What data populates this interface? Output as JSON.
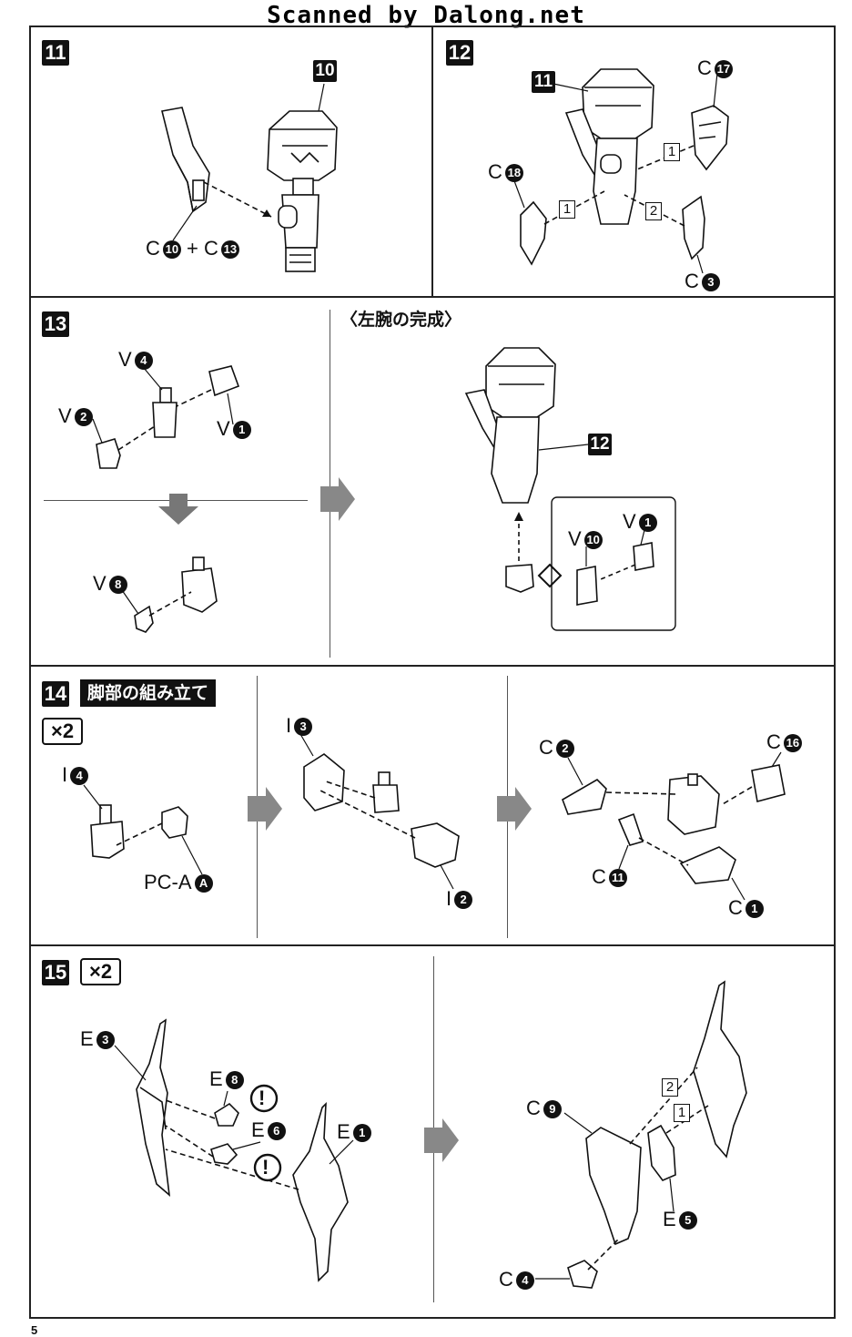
{
  "header": {
    "scan_credit": "Scanned by Dalong.net"
  },
  "page": {
    "number": "5"
  },
  "steps": {
    "s11": {
      "number": "11",
      "ref_label": "10",
      "parts": {
        "a_letter": "C",
        "a_num": "10",
        "plus": "+",
        "b_letter": "C",
        "b_num": "13"
      }
    },
    "s12": {
      "number": "12",
      "ref_label": "11",
      "parts": {
        "c17_letter": "C",
        "c17_num": "17",
        "c18_letter": "C",
        "c18_num": "18",
        "c3_letter": "C",
        "c3_num": "3"
      },
      "orders": [
        "1",
        "1",
        "2"
      ]
    },
    "s13": {
      "number": "13",
      "subtitle": "〈左腕の完成〉",
      "ref_label": "12",
      "parts": {
        "v4_letter": "V",
        "v4_num": "4",
        "v2_letter": "V",
        "v2_num": "2",
        "v1_letter": "V",
        "v1_num": "1",
        "v8_letter": "V",
        "v8_num": "8",
        "v10_letter": "V",
        "v10_num": "10",
        "v1b_letter": "V",
        "v1b_num": "1"
      }
    },
    "s14": {
      "number": "14",
      "title": "脚部の組み立て",
      "multiplier": "×2",
      "parts": {
        "i4_letter": "I",
        "i4_num": "4",
        "pca_letter": "PC-A",
        "pca_num": "A",
        "i3_letter": "I",
        "i3_num": "3",
        "i2_letter": "I",
        "i2_num": "2",
        "c2_letter": "C",
        "c2_num": "2",
        "c16_letter": "C",
        "c16_num": "16",
        "c11_letter": "C",
        "c11_num": "11",
        "c1_letter": "C",
        "c1_num": "1"
      }
    },
    "s15": {
      "number": "15",
      "multiplier": "×2",
      "caution": "!",
      "parts": {
        "e3_letter": "E",
        "e3_num": "3",
        "e8_letter": "E",
        "e8_num": "8",
        "e6_letter": "E",
        "e6_num": "6",
        "e1_letter": "E",
        "e1_num": "1",
        "c9_letter": "C",
        "c9_num": "9",
        "e5_letter": "E",
        "e5_num": "5",
        "c4_letter": "C",
        "c4_num": "4"
      },
      "orders": [
        "2",
        "1"
      ]
    }
  },
  "colors": {
    "ink": "#111111",
    "paper": "#ffffff",
    "arrow_gray": "#888888"
  }
}
